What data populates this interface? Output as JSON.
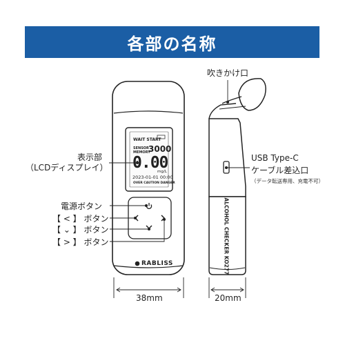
{
  "header": {
    "title": "各部の名称"
  },
  "labels": {
    "mouthpiece": "吹きかけ口",
    "display_line1": "表示部",
    "display_line2": "（LCDディスプレイ）",
    "power_button": "電源ボタン",
    "left_button": "【 < 】 ボタン",
    "down_button": "【 ⌄ 】 ボタン",
    "right_button": "【 > 】 ボタン",
    "usb_line1": "USB Type-C",
    "usb_line2": "ケーブル差込口",
    "usb_note": "（データ転送専用、充電不可）"
  },
  "lcd": {
    "wait_start": "WAIT START",
    "sensor": "SENSOR",
    "memory": "MEMORY",
    "count": "3000",
    "reading": "0.00",
    "unit": "mg/L",
    "datetime": "2023-01-01 00:00",
    "warning": "OVER CAUTION DANGER"
  },
  "device": {
    "brand": "RABLISS",
    "side_text": "ALCOHOL CHECKER KO277"
  },
  "dimensions": {
    "width": "38mm",
    "depth": "20mm"
  }
}
